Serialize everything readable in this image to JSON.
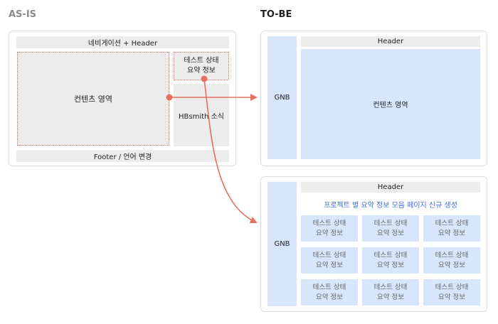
{
  "titles": {
    "as_is": "AS-IS",
    "to_be": "TO-BE"
  },
  "as_is": {
    "nav_header": "네비게이션 + Header",
    "content": "컨텐츠 영역",
    "test_summary_line1": "테스트 상태",
    "test_summary_line2": "요약 정보",
    "news": "HBsmith 소식",
    "footer": "Footer / 언어 변경"
  },
  "to_be_top": {
    "header": "Header",
    "gnb": "GNB",
    "content": "컨텐츠 영역"
  },
  "to_be_bottom": {
    "header": "Header",
    "gnb": "GNB",
    "page_title": "프로젝트 별 요약 정보 모음 페이지 신규 생성",
    "cells": [
      {
        "line1": "테스트 상태",
        "line2": "요약 정보"
      },
      {
        "line1": "테스트 상태",
        "line2": "요약 정보"
      },
      {
        "line1": "테스트 상태",
        "line2": "요약 정보"
      },
      {
        "line1": "테스트 상태",
        "line2": "요약 정보"
      },
      {
        "line1": "테스트 상태",
        "line2": "요약 정보"
      },
      {
        "line1": "테스트 상태",
        "line2": "요약 정보"
      },
      {
        "line1": "테스트 상태",
        "line2": "요약 정보"
      },
      {
        "line1": "테스트 상태",
        "line2": "요약 정보"
      },
      {
        "line1": "테스트 상태",
        "line2": "요약 정보"
      }
    ]
  },
  "colors": {
    "arrow": "#e8705f",
    "block_gray": "#ececec",
    "block_blue": "#d7e5fd",
    "link_text": "#3f71e0"
  }
}
